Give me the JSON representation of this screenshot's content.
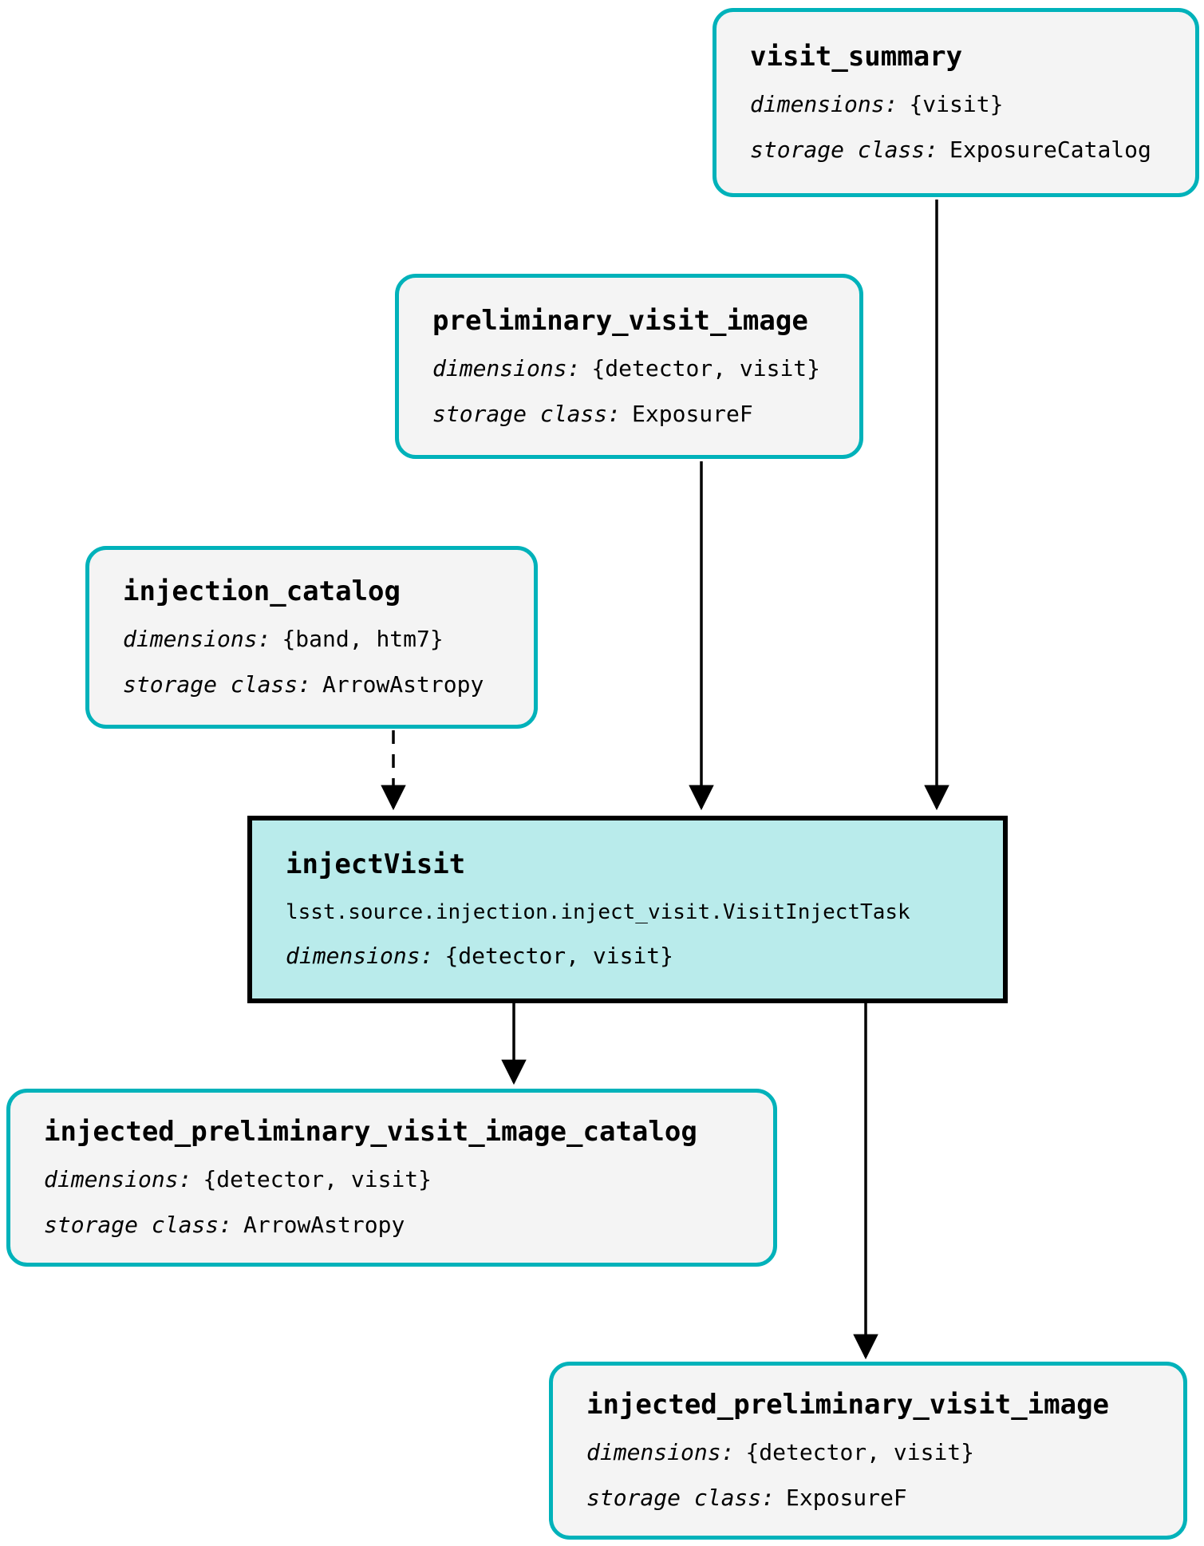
{
  "nodes": [
    {
      "id": "visit_summary",
      "kind": "dataset",
      "title": "visit_summary",
      "fields": [
        {
          "label": "dimensions:",
          "value": "{visit}"
        },
        {
          "label": "storage class:",
          "value": "ExposureCatalog"
        }
      ]
    },
    {
      "id": "preliminary_visit_image",
      "kind": "dataset",
      "title": "preliminary_visit_image",
      "fields": [
        {
          "label": "dimensions:",
          "value": "{detector, visit}"
        },
        {
          "label": "storage class:",
          "value": "ExposureF"
        }
      ]
    },
    {
      "id": "injection_catalog",
      "kind": "dataset",
      "title": "injection_catalog",
      "fields": [
        {
          "label": "dimensions:",
          "value": "{band, htm7}"
        },
        {
          "label": "storage class:",
          "value": "ArrowAstropy"
        }
      ]
    },
    {
      "id": "injectVisit",
      "kind": "task",
      "title": "injectVisit",
      "task_class": "lsst.source.injection.inject_visit.VisitInjectTask",
      "fields": [
        {
          "label": "dimensions:",
          "value": "{detector, visit}"
        }
      ]
    },
    {
      "id": "injected_preliminary_visit_image_catalog",
      "kind": "dataset",
      "title": "injected_preliminary_visit_image_catalog",
      "fields": [
        {
          "label": "dimensions:",
          "value": "{detector, visit}"
        },
        {
          "label": "storage class:",
          "value": "ArrowAstropy"
        }
      ]
    },
    {
      "id": "injected_preliminary_visit_image",
      "kind": "dataset",
      "title": "injected_preliminary_visit_image",
      "fields": [
        {
          "label": "dimensions:",
          "value": "{detector, visit}"
        },
        {
          "label": "storage class:",
          "value": "ExposureF"
        }
      ]
    }
  ],
  "edges": [
    {
      "from": "visit_summary",
      "to": "injectVisit",
      "style": "solid"
    },
    {
      "from": "preliminary_visit_image",
      "to": "injectVisit",
      "style": "solid"
    },
    {
      "from": "injection_catalog",
      "to": "injectVisit",
      "style": "dashed"
    },
    {
      "from": "injectVisit",
      "to": "injected_preliminary_visit_image_catalog",
      "style": "solid"
    },
    {
      "from": "injectVisit",
      "to": "injected_preliminary_visit_image",
      "style": "solid"
    }
  ],
  "colors": {
    "dataset_border": "#00b2ba",
    "dataset_fill": "#f4f4f4",
    "task_border": "#000000",
    "task_fill": "#b9ebeb",
    "edge": "#000000"
  }
}
